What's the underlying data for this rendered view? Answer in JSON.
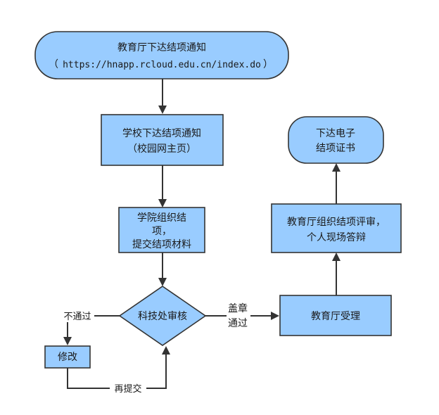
{
  "nodes": {
    "notice": {
      "line1": "教育厅下达结项通知",
      "line2_open": "（",
      "url": "https://hnapp.rcloud.edu.cn/index.do",
      "line2_close": "）"
    },
    "school": {
      "line1": "学校下达结项通知",
      "line2": "（校园网主页）"
    },
    "college": {
      "line1": "学院组织结",
      "line2": "项，",
      "line3": "提交结项材料"
    },
    "review": {
      "label": "科技处审核"
    },
    "revise": {
      "label": "修改"
    },
    "accept": {
      "label": "教育厅受理"
    },
    "evaluate": {
      "line1": "教育厅组织结项评审，",
      "line2": "个人现场答辩"
    },
    "certificate": {
      "line1": "下达电子",
      "line2": "结项证书"
    }
  },
  "edge_labels": {
    "fail": "不通过",
    "pass_line1": "盖章",
    "pass_line2": "通过",
    "resubmit": "再提交"
  }
}
